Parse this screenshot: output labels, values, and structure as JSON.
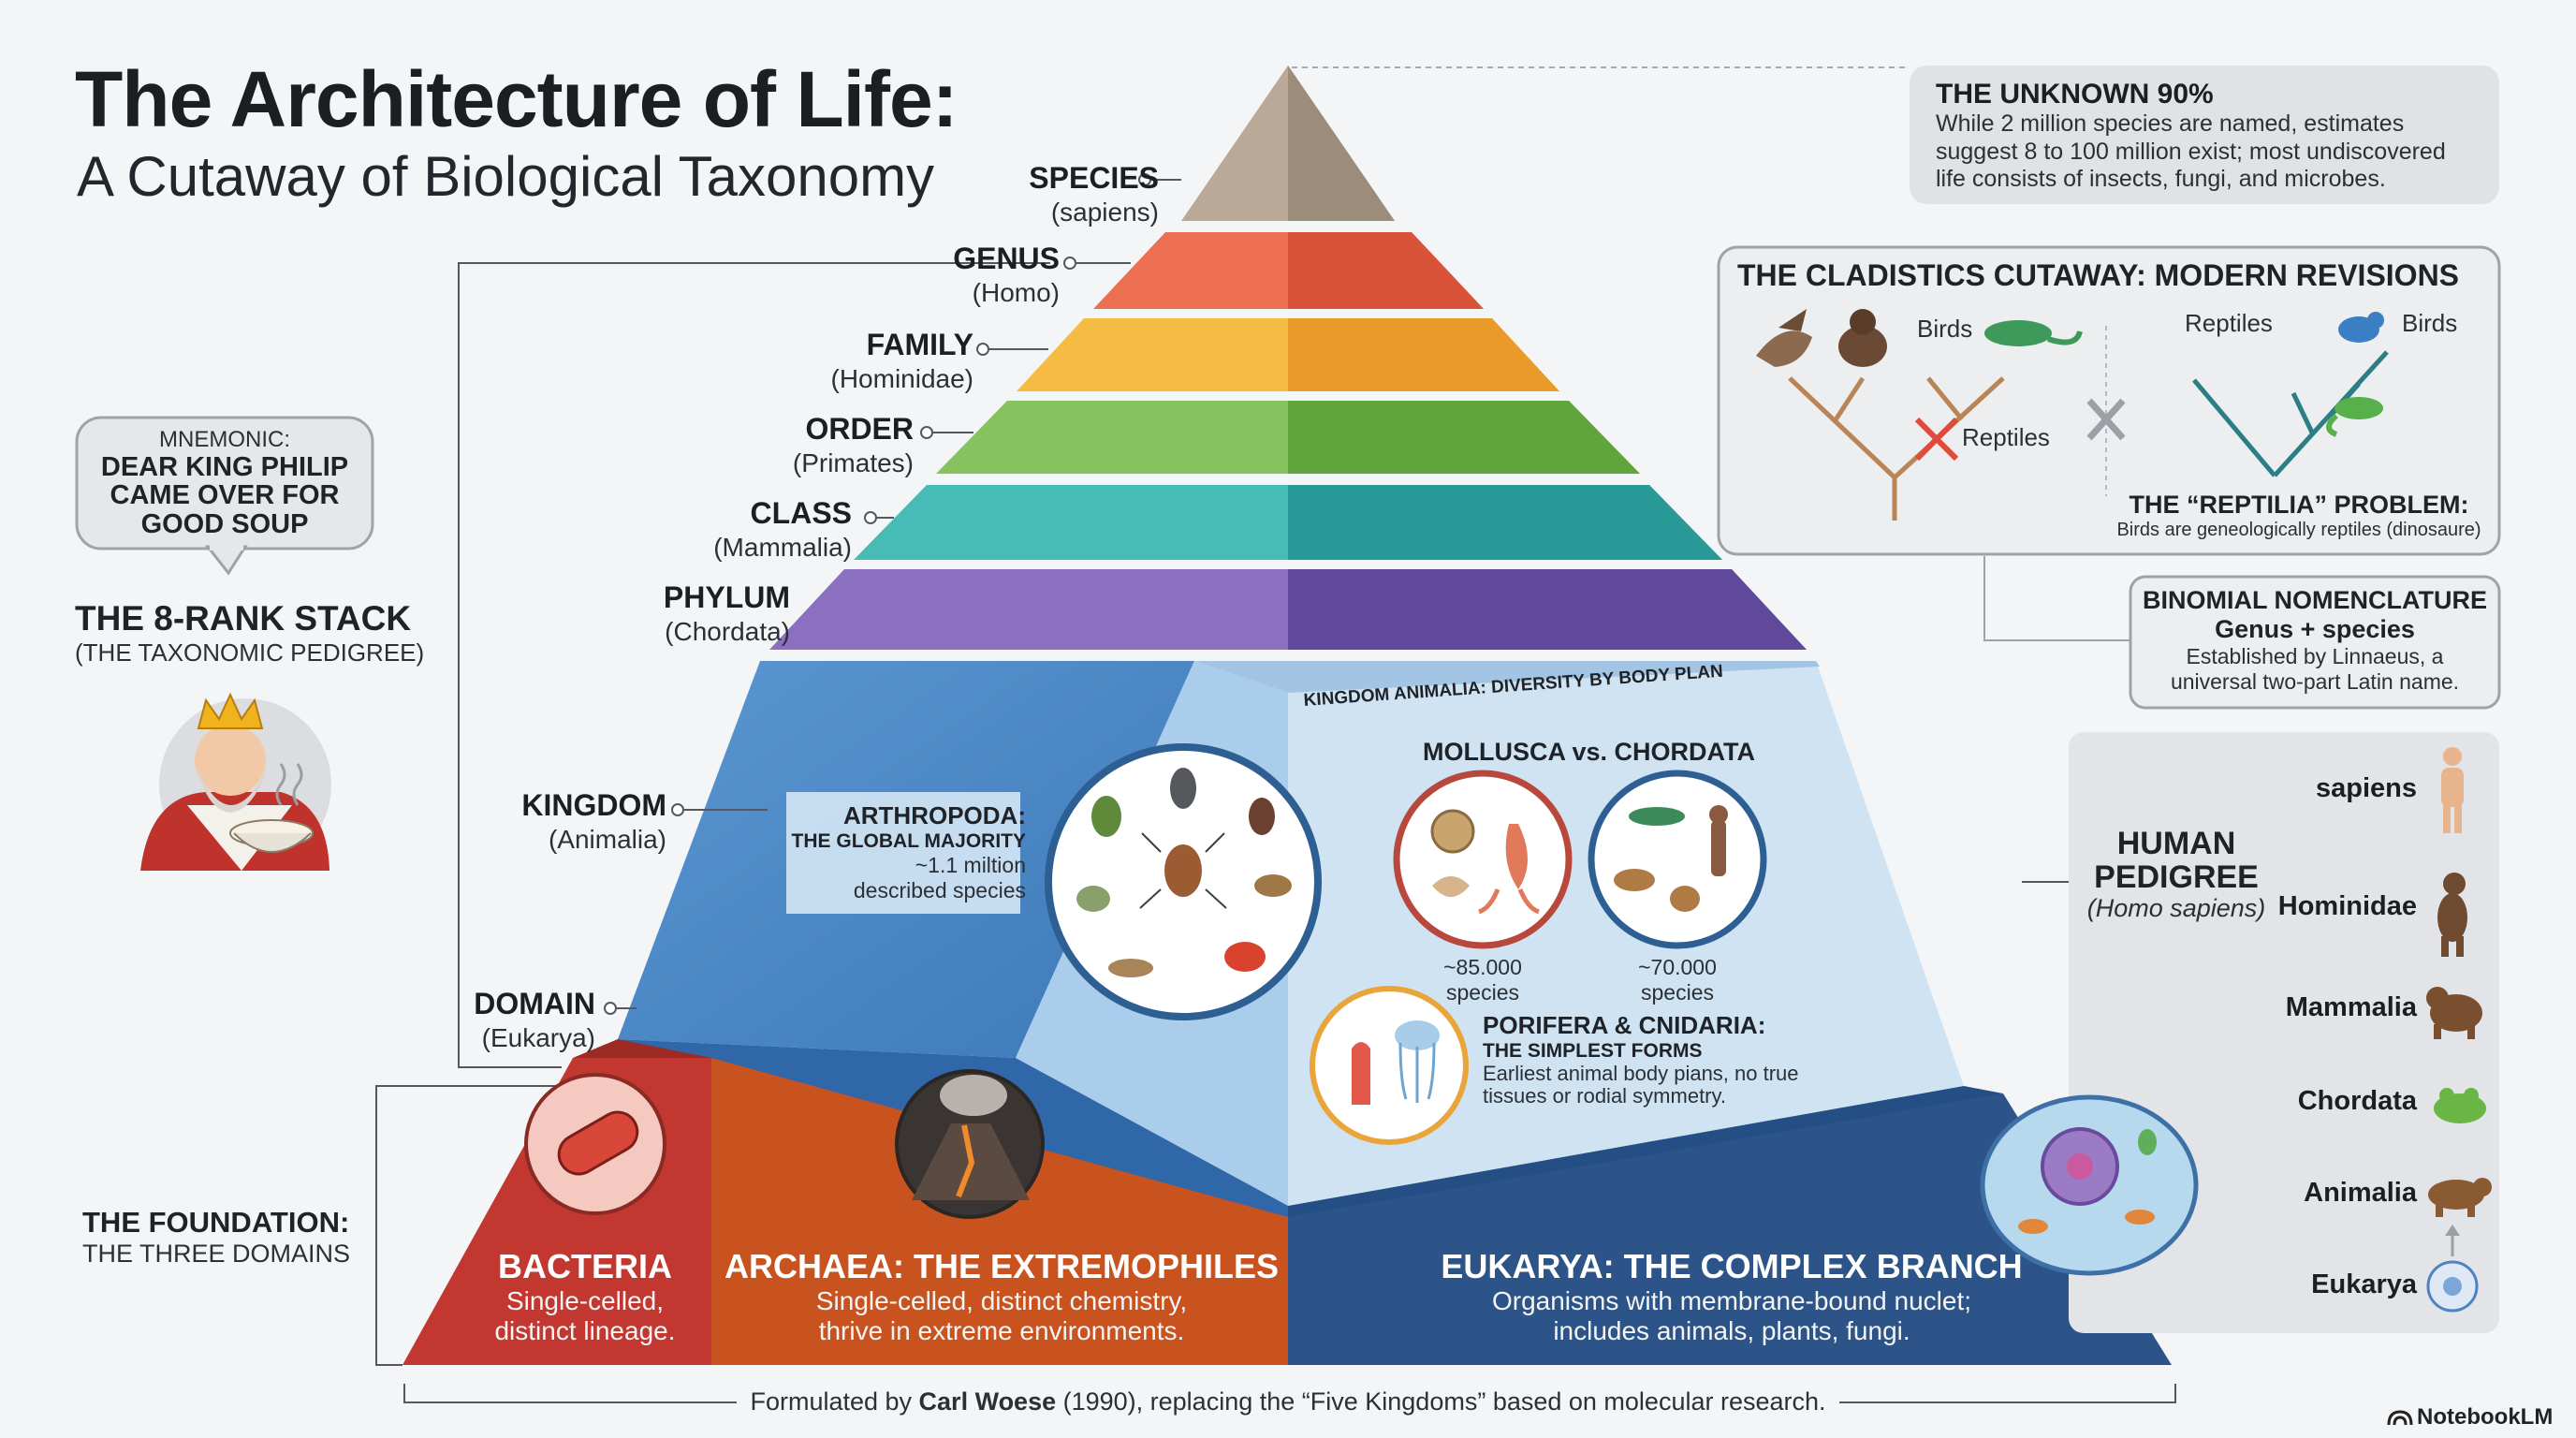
{
  "header": {
    "title": "The Architecture of Life:",
    "subtitle": "A Cutaway of Biological Taxonomy"
  },
  "ranks": [
    {
      "name": "SPECIES",
      "example": "(sapiens)"
    },
    {
      "name": "GENUS",
      "example": "(Homo)"
    },
    {
      "name": "FAMILY",
      "example": "(Hominidae)"
    },
    {
      "name": "ORDER",
      "example": "(Primates)"
    },
    {
      "name": "CLASS",
      "example": "(Mammalia)"
    },
    {
      "name": "PHYLUM",
      "example": "(Chordata)"
    },
    {
      "name": "KINGDOM",
      "example": "(Animalia)"
    },
    {
      "name": "DOMAIN",
      "example": "(Eukarya)"
    }
  ],
  "mnemonic": {
    "heading": "MNEMONIC:",
    "line1": "DEAR KING PHILIP",
    "line2": "CAME OVER FOR",
    "line3": "GOOD SOUP"
  },
  "stack": {
    "title": "THE 8-RANK STACK",
    "subtitle": "(THE TAXONOMIC PEDIGREE)"
  },
  "foundation": {
    "title": "THE FOUNDATION:",
    "subtitle": "THE THREE DOMAINS"
  },
  "unknown": {
    "title": "THE UNKNOWN 90%",
    "line1": "While 2 million species are named, estimates",
    "line2": "suggest 8 to 100 million exist; most undiscovered",
    "line3": "life consists of insects, fungi, and microbes."
  },
  "cladistics": {
    "title": "THE CLADISTICS CUTAWAY: MODERN REVISIONS",
    "left_birds": "Birds",
    "left_reptiles": "Reptiles",
    "right_reptiles": "Reptiles",
    "right_birds": "Birds",
    "problem_title": "THE “REPTILIA” PROBLEM:",
    "problem_body": "Birds are geneologically reptiles (dinosaure)"
  },
  "binomial": {
    "title": "BINOMIAL NOMENCLATURE",
    "formula": "Genus + species",
    "line1": "Established by Linnaeus, a",
    "line2": "universal two-part Latin name."
  },
  "pedigree": {
    "title1": "HUMAN",
    "title2": "PEDIGREE",
    "latin": "(Homo sapiens)",
    "items": [
      "sapiens",
      "Hominidae",
      "Mammalia",
      "Chordata",
      "Animalia",
      "Eukarya"
    ]
  },
  "kingdom_panel": {
    "banner": "KINGDOM ANIMALIA: DIVERSITY BY BODY PLAN",
    "arthro_title": "ARTHROPODA:",
    "arthro_sub": "THE GLOBAL MAJORITY",
    "arthro_count": "~1.1 miltion",
    "arthro_desc": "described species",
    "mc_title": "MOLLUSCA vs. CHORDATA",
    "mollusca_count": "~85.000",
    "mollusca_unit": "species",
    "chordata_count": "~70.000",
    "chordata_unit": "species",
    "porifera_title": "PORIFERA & CNIDARIA:",
    "porifera_sub": "THE SIMPLEST FORMS",
    "porifera_line1": "Earliest animal body pians, no true",
    "porifera_line2": "tissues or rodial symmetry."
  },
  "domains": {
    "bacteria_title": "BACTERIA",
    "bacteria_line1": "Single-celled,",
    "bacteria_line2": "distinct lineage.",
    "archaea_title": "ARCHAEA: THE EXTREMOPHILES",
    "archaea_line1": "Single-celled, distinct chemistry,",
    "archaea_line2": "thrive in extreme environments.",
    "eukarya_title": "EUKARYA: THE COMPLEX BRANCH",
    "eukarya_line1": "Organisms with membrane-bound nuclet;",
    "eukarya_line2": "includes animals, plants, fungi."
  },
  "footer": {
    "prefix": "Formulated by ",
    "name": "Carl Woese",
    "suffix": " (1990), replacing the “Five Kingdoms” based on molecular research.",
    "brand": "NotebookLM"
  },
  "colors": {
    "species": "#b8a898",
    "genus": "#e8694e",
    "family": "#f0a93a",
    "order": "#7dba57",
    "class": "#3fb0ab",
    "phylum": "#7b64b0",
    "kingdom": "#4f8cc9",
    "bacteria": "#c23a32",
    "archaea": "#c8541f",
    "eukarya": "#2d5588"
  }
}
